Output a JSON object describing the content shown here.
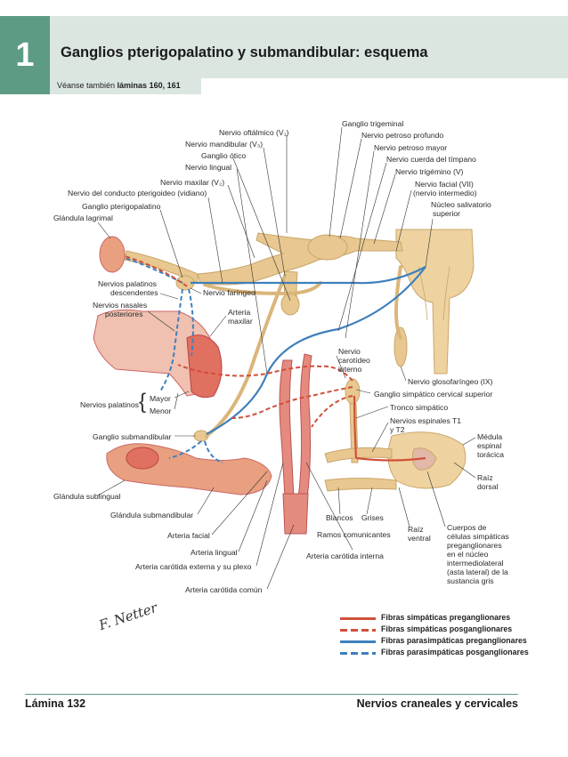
{
  "header": {
    "chapter_number": "1",
    "title": "Ganglios pterigopalatino y submandibular: esquema",
    "see_also_prefix": "Véanse también ",
    "see_also_plates": "láminas 160, 161"
  },
  "labels": {
    "nervio_oftalmico": "Nervio oftálmico (V₁)",
    "ganglio_trigeminal": "Ganglio trigeminal",
    "nervio_petroso_profundo": "Nervio petroso profundo",
    "nervio_mandibular": "Nervio mandibular (V₃)",
    "nervio_petroso_mayor": "Nervio petroso mayor",
    "ganglio_otico": "Ganglio ótico",
    "nervio_cuerda_timpano": "Nervio cuerda del tímpano",
    "nervio_lingual": "Nervio lingual",
    "nervio_trigemino": "Nervio trigémino (V)",
    "nervio_maxilar": "Nervio maxilar (V₂)",
    "nervio_facial_1": "Nervio facial (VII)",
    "nervio_facial_2": "(nervio intermedio)",
    "nervio_conducto_pterigoideo": "Nervio del conducto pterigoideo (vidiano)",
    "nucleo_salivatorio_1": "Núcleo salivatorio",
    "nucleo_salivatorio_2": "superior",
    "ganglio_pterigopalatino": "Ganglio pterigopalatino",
    "glandula_lagrimal": "Glándula lagrimal",
    "nervios_palatinos_desc_1": "Nervios palatinos",
    "nervios_palatinos_desc_2": "descendentes",
    "nervio_faringeo": "Nervio faríngeo",
    "nervios_nasales_post_1": "Nervios nasales",
    "nervios_nasales_post_2": "posteriores",
    "arteria_maxilar_1": "Arteria",
    "arteria_maxilar_2": "maxilar",
    "nervio_carotideo_1": "Nervio",
    "nervio_carotideo_2": "carotídeo",
    "nervio_carotideo_3": "interno",
    "nervio_glosofaringeo": "Nervio glosofaríngeo (IX)",
    "palatinos_mayor": "Mayor",
    "palatinos_menor": "Menor",
    "nervios_palatinos": "Nervios palatinos",
    "ganglio_simpatico_cervical": "Ganglio simpático cervical superior",
    "tronco_simpatico": "Tronco simpático",
    "nervios_espinales_1": "Nervios espinales T1",
    "nervios_espinales_2": "y T2",
    "ganglio_submandibular": "Ganglio submandibular",
    "medula_1": "Médula",
    "medula_2": "espinal",
    "medula_3": "torácica",
    "raiz_dorsal_1": "Raíz",
    "raiz_dorsal_2": "dorsal",
    "glandula_sublingual": "Glándula sublingual",
    "blancos": "Blancos",
    "grises": "Grises",
    "glandula_submandibular": "Glándula submandibular",
    "ramos_comunicantes": "Ramos comunicantes",
    "raiz_ventral_1": "Raíz",
    "raiz_ventral_2": "ventral",
    "cuerpos_1": "Cuerpos de",
    "cuerpos_2": "células simpáticas",
    "cuerpos_3": "preganglionares",
    "cuerpos_4": "en el núcleo",
    "cuerpos_5": "intermediolateral",
    "cuerpos_6": "(asta lateral) de la",
    "cuerpos_7": "sustancia gris",
    "arteria_facial": "Arteria facial",
    "arteria_lingual": "Arteria lingual",
    "arteria_carotida_interna": "Arteria carótida interna",
    "arteria_carotida_externa": "Arteria carótida externa y su plexo",
    "arteria_carotida_comun": "Arteria carótida común"
  },
  "signature": "F. Netter",
  "legend": [
    {
      "label": "Fibras simpáticas preganglionares",
      "color": "#d0503a",
      "style": "solid"
    },
    {
      "label": "Fibras simpáticas posganglionares",
      "color": "#d0503a",
      "style": "dashed"
    },
    {
      "label": "Fibras parasimpáticas preganglionares",
      "color": "#3f80bd",
      "style": "solid"
    },
    {
      "label": "Fibras parasimpáticas posganglionares",
      "color": "#3f80bd",
      "style": "dashed"
    }
  ],
  "footer": {
    "plate": "Lámina 132",
    "section": "Nervios craneales y cervicales"
  },
  "colors": {
    "accent": "#5e9b85",
    "band": "#dbe6e1",
    "nerve": "#e8c890",
    "artery": "#e58a7e",
    "sympathetic": "#d0503a",
    "parasympathetic": "#3f80bd"
  }
}
